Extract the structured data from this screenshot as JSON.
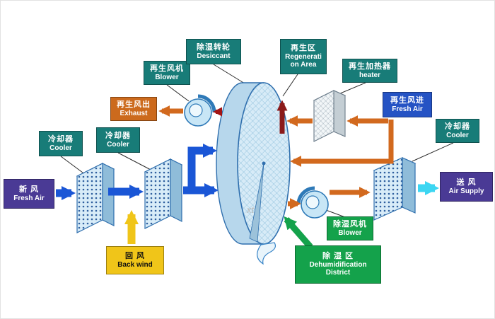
{
  "diagram": {
    "watermark": "xt",
    "labels": {
      "fresh_air_in": {
        "zh": "新 风",
        "en": "Fresh Air"
      },
      "cooler_left_1": {
        "zh": "冷却器",
        "en": "Cooler"
      },
      "cooler_left_2": {
        "zh": "冷却器",
        "en": "Cooler"
      },
      "regen_blower": {
        "zh": "再生风机",
        "en": "Blower"
      },
      "desiccant_wheel": {
        "zh": "除湿转轮",
        "en": "Desiccant"
      },
      "regen_exhaust": {
        "zh": "再生风出",
        "en": "Exhaust"
      },
      "regen_area": {
        "zh": "再生区",
        "en_line1": "Regenerati",
        "en_line2": "on Area"
      },
      "regen_heater": {
        "zh": "再生加热器",
        "en": "heater"
      },
      "regen_fresh_air": {
        "zh": "再生风进",
        "en": "Fresh Air"
      },
      "cooler_right": {
        "zh": "冷却器",
        "en": "Cooler"
      },
      "air_supply": {
        "zh": "送 风",
        "en": "Air Supply"
      },
      "dehumid_blower": {
        "zh": "除湿风机",
        "en": "Blower"
      },
      "dehumid_district": {
        "zh": "除 湿 区",
        "en_line1": "Dehumidification",
        "en_line2": "District"
      },
      "back_wind": {
        "zh": "回 风",
        "en": "Back wind"
      }
    },
    "colors": {
      "teal_box": "#187c78",
      "purple_box": "#4a3a95",
      "orange_box": "#cc6a1d",
      "blue_box": "#2553c4",
      "green_box": "#14a24b",
      "yellow_box": "#f0c519",
      "arrow_blue": "#1a56d6",
      "arrow_orange": "#d2691e",
      "arrow_yellow": "#f0c519",
      "arrow_cyan": "#3cd6f2",
      "arrow_red": "#a31515",
      "arrow_green": "#14a24b"
    }
  }
}
